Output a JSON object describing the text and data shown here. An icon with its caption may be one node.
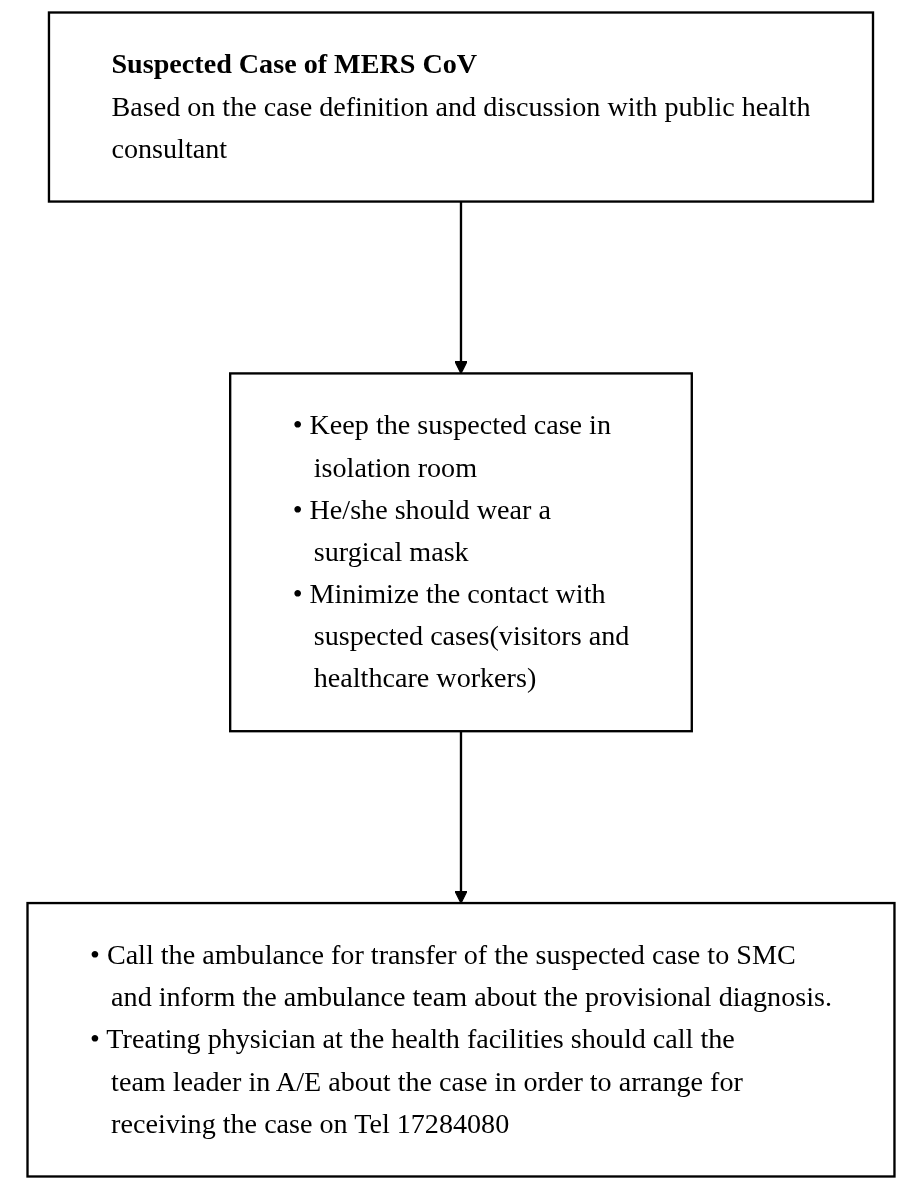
{
  "diagram": {
    "nodes": [
      {
        "text": [
          "Suspected Case of MERS CoV",
          "Based on the case definition and discussion with public health consultant"
        ]
      },
      {
        "text": [
          "• Keep the suspected case in isolation room",
          "• He/she should wear a surgical mask",
          "• Minimize the contact with suspected cases(visitors and healthcare workers)"
        ]
      },
      {
        "text": [
          "• Call the ambulance for transfer of the suspected case to SMC and inform the ambulance team about the provisional diagnosis.",
          "• Treating physician at the health facilities should call the team leader in A/E about the case in order to arrange for receiving the case on Tel 17284080"
        ]
      }
    ],
    "edges": [
      {
        "from": 0,
        "to": 1,
        "arrow": "to"
      },
      {
        "from": 1,
        "to": 2,
        "arrow": "to"
      }
    ]
  }
}
